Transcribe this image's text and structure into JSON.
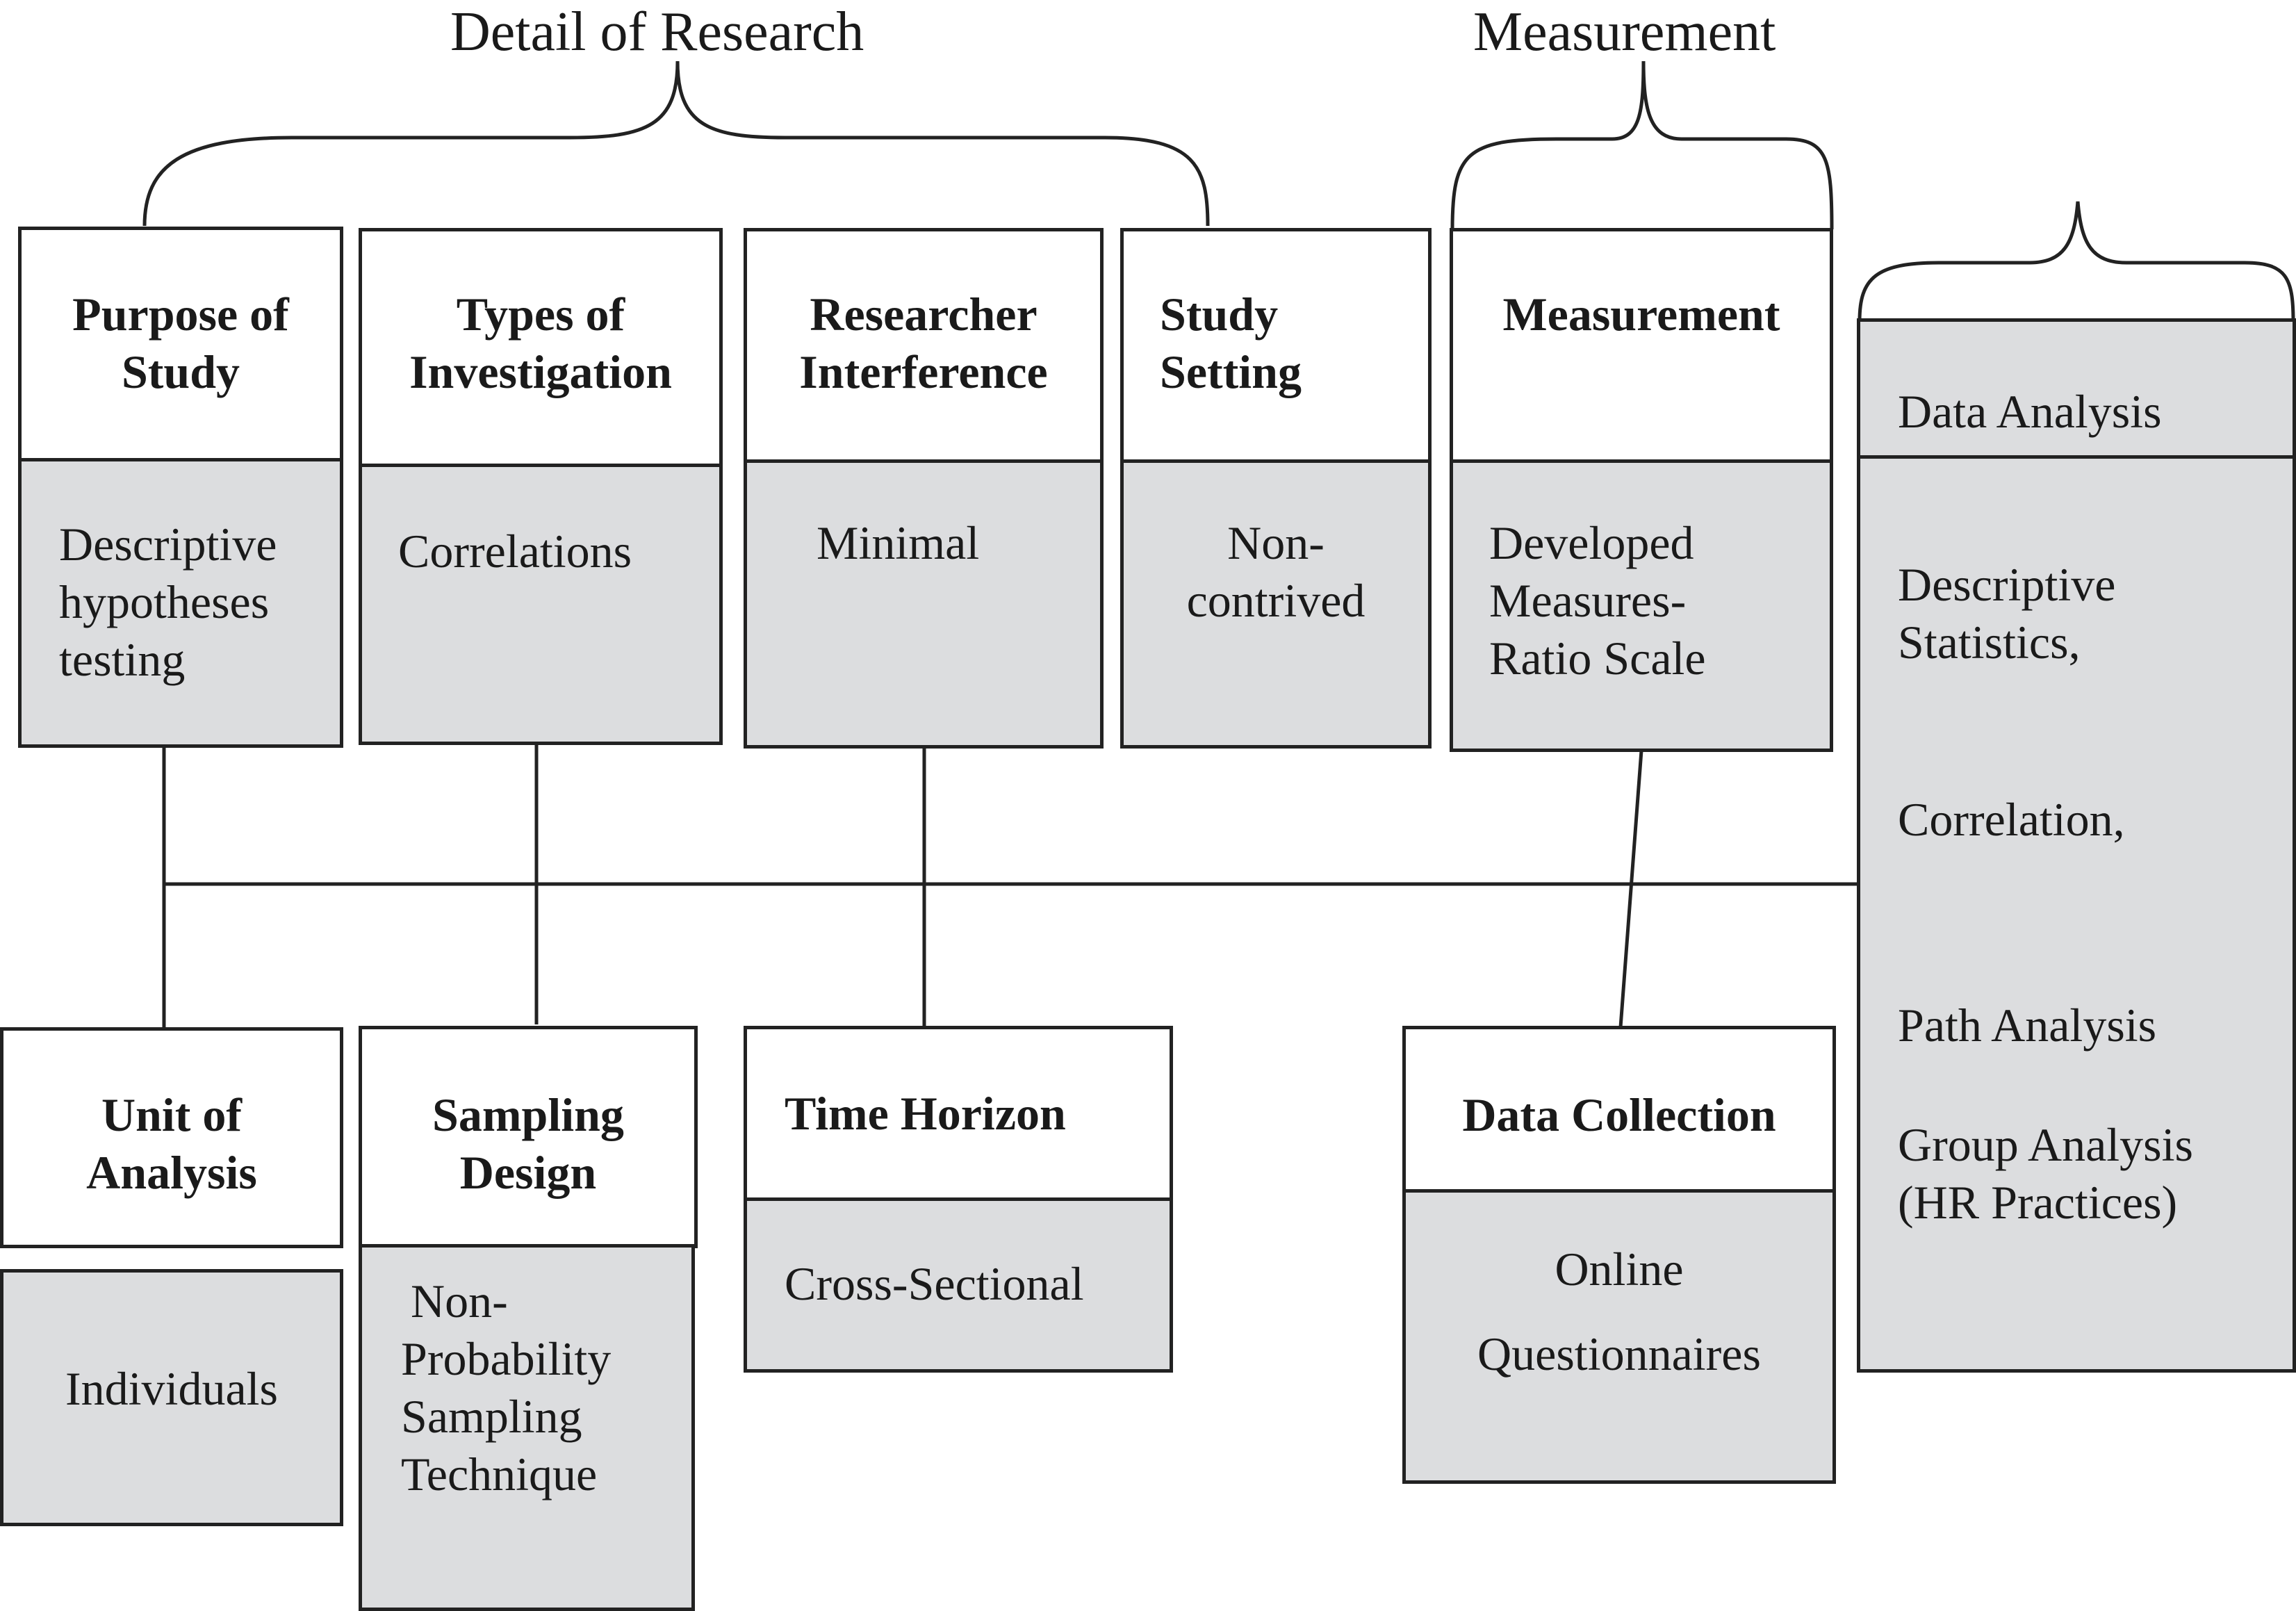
{
  "groups": {
    "detail_of_research": "Detail of Research",
    "measurement": "Measurement"
  },
  "top_boxes": {
    "purpose": {
      "title": "Purpose of\nStudy",
      "value": "Descriptive\nhypotheses\ntesting"
    },
    "types": {
      "title": "Types of\nInvestigation",
      "value": "Correlations"
    },
    "interference": {
      "title": "Researcher\nInterference",
      "value": "Minimal"
    },
    "setting": {
      "title": "Study\nSetting",
      "value": "Non-\ncontrived"
    },
    "measurement": {
      "title": "Measurement",
      "value": "Developed\nMeasures-\nRatio Scale"
    }
  },
  "data_analysis": {
    "title": "Data Analysis",
    "items": [
      "Descriptive\nStatistics,",
      "Correlation,",
      "Path Analysis",
      "Group Analysis\n(HR Practices)"
    ]
  },
  "bottom_boxes": {
    "unit": {
      "title": "Unit of\nAnalysis",
      "value": "Individuals"
    },
    "sampling": {
      "title": "Sampling\nDesign",
      "value": "Non-\nProbability\nSampling\nTechnique"
    },
    "time": {
      "title": "Time Horizon",
      "value": "Cross-Sectional"
    },
    "collection": {
      "title": "Data Collection",
      "value": "Online\n\nQuestionnaires"
    }
  }
}
